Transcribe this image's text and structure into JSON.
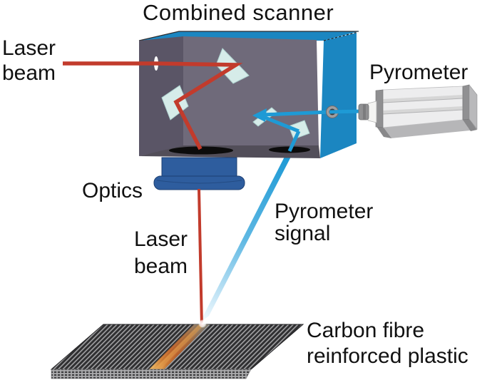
{
  "title": "Combined scanner",
  "labels": {
    "laser_beam_top": {
      "line1": "Laser",
      "line2": "beam"
    },
    "pyrometer": {
      "line1": "Pyrometer"
    },
    "optics": {
      "line1": "Optics"
    },
    "laser_beam_mid": {
      "line1": "Laser",
      "line2": "beam"
    },
    "pyrometer_signal": {
      "line1": "Pyrometer",
      "line2": "signal"
    },
    "carbon": {
      "line1": "Carbon fibre",
      "line2": "reinforced plastic"
    }
  },
  "components": {
    "scanner_box": "combined laser/pyrometer scan head with open front, two interior mirror pairs, entry slit and two bottom apertures",
    "laser_path": "red beam: enters left slit, reflects off upper-right mirror, then mid-left mirror, exits bottom aperture through optics down to workpiece",
    "pyrometer_path": "blue signal: from hot spot on workpiece up through second aperture, via two small mirrors, out right-side port to pyrometer",
    "optics": "blue focusing optics barrel with flange under laser aperture",
    "pyrometer_device": "grey cylindrical pyrometer with white nozzle coupled to scanner side port",
    "workpiece": "carbon fibre reinforced plastic plate with heated orange scan track at laser spot"
  },
  "colors": {
    "scanner_blue": "#1b86c1",
    "left_wall_gray": "#5a5566",
    "back_wall_gray": "#6f6a7a",
    "floor_gray": "#524e59",
    "mirror_teal": "#d6ece9",
    "laser_red": "#c23b2c",
    "signal_blue": "#1e9ad5",
    "optics_blue": "#2e5d9e",
    "pyrometer_body_gray": "#ededee",
    "plate_dark": "#2f2f31",
    "plate_hatch_light": "#a2a2a4",
    "heated_stripe_orange": "#c4642a"
  }
}
